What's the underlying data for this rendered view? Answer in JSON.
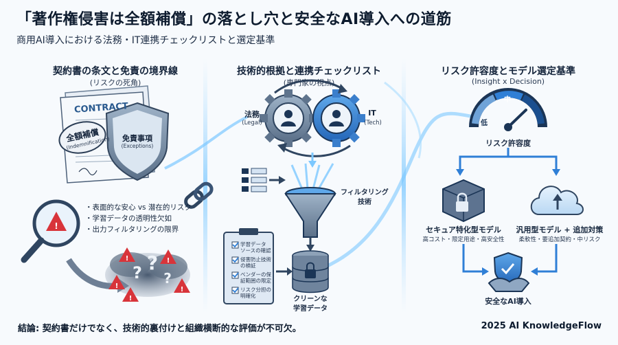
{
  "header": {
    "title": "「著作権侵害は全額補償」の落とし穴と安全なAI導入への道筋",
    "subtitle": "商用AI導入における法務・IT連携チェックリストと選定基準"
  },
  "left": {
    "title": "契約書の条文と免責の境界線",
    "subtitle": "(リスクの死角)",
    "contract_label": "CONTRACT",
    "stamp_main": "全額補償",
    "stamp_sub": "(Indemnification)",
    "shield_main": "免責事項",
    "shield_sub": "(Exceptions)",
    "bullets": [
      "・表面的な安心 vs 潜在的リスク",
      "・学習データの透明性欠如",
      "・出力フィルタリングの限界"
    ]
  },
  "middle": {
    "title": "技術的根拠と連携チェックリスト",
    "subtitle": "(専門家の視点)",
    "legal_label": "法務",
    "legal_sub": "(Legal)",
    "it_label": "IT",
    "it_sub": "(Tech)",
    "filter_label": "フィルタリング",
    "filter_label2": "技術",
    "checklist": [
      "学習データ",
      "ソースの確認",
      "侵害防止技術",
      "の検証",
      "ベンダーの保",
      "証範囲の限定",
      "リスク分担の",
      "明確化"
    ],
    "clean_label": "クリーンな",
    "clean_label2": "学習データ"
  },
  "right": {
    "title": "リスク許容度とモデル選定基準",
    "subtitle": "(Insight x Decision)",
    "gauge_low": "低",
    "gauge_mid": "中",
    "gauge_label": "リスク許容度",
    "model_a_title": "セキュア特化型モデル",
    "model_a_desc": "高コスト・限定用途・高安全性",
    "model_b_title": "汎用型モデル + 追加対策",
    "model_b_desc": "柔軟性・要追加契約・中リスク",
    "outcome": "安全なAI導入"
  },
  "footer": {
    "conclusion": "結論: 契約書だけでなく、技術的裏付けと組織横断的な評価が不可欠。",
    "credit": "2025 AI KnowledgeFlow"
  },
  "colors": {
    "accent": "#2f7fd6",
    "dark": "#1b3556",
    "danger": "#d8343a",
    "glow": "#6fc3ff"
  }
}
